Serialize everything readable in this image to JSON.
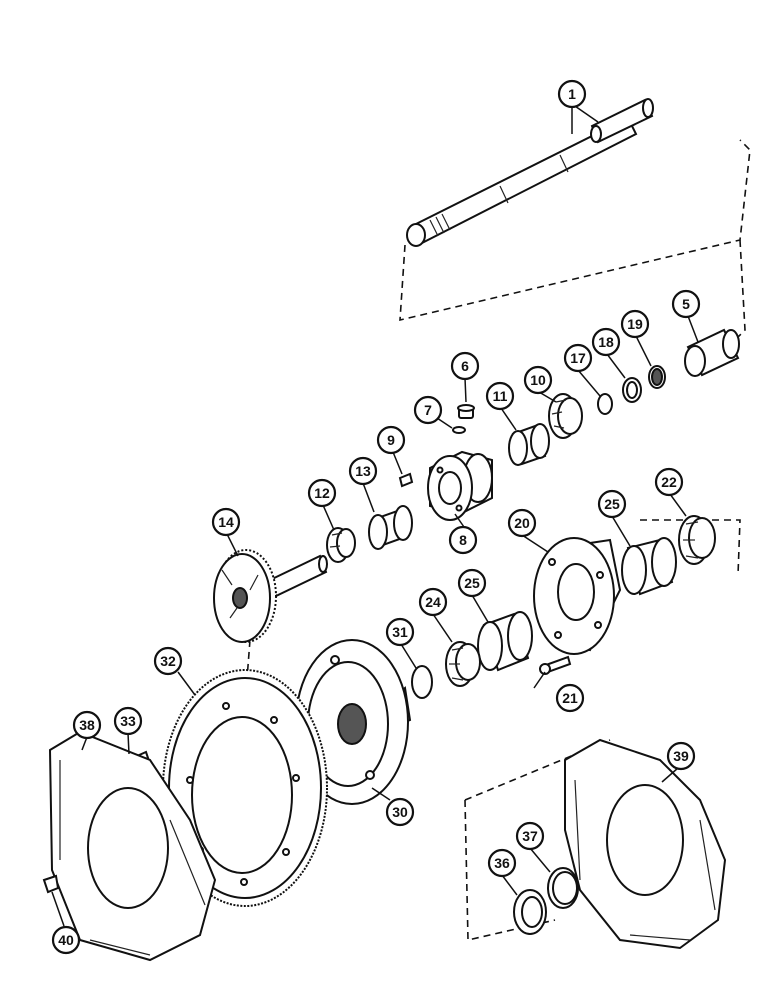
{
  "callouts": [
    {
      "id": "1",
      "label": "1"
    },
    {
      "id": "5",
      "label": "5"
    },
    {
      "id": "6",
      "label": "6"
    },
    {
      "id": "7",
      "label": "7"
    },
    {
      "id": "8",
      "label": "8"
    },
    {
      "id": "9",
      "label": "9"
    },
    {
      "id": "10",
      "label": "10"
    },
    {
      "id": "11",
      "label": "11"
    },
    {
      "id": "12",
      "label": "12"
    },
    {
      "id": "13",
      "label": "13"
    },
    {
      "id": "14",
      "label": "14"
    },
    {
      "id": "17",
      "label": "17"
    },
    {
      "id": "18",
      "label": "18"
    },
    {
      "id": "19",
      "label": "19"
    },
    {
      "id": "20",
      "label": "20"
    },
    {
      "id": "21",
      "label": "21"
    },
    {
      "id": "22",
      "label": "22"
    },
    {
      "id": "24",
      "label": "24"
    },
    {
      "id": "25a",
      "label": "25"
    },
    {
      "id": "25b",
      "label": "25"
    },
    {
      "id": "30",
      "label": "30"
    },
    {
      "id": "31",
      "label": "31"
    },
    {
      "id": "32",
      "label": "32"
    },
    {
      "id": "33",
      "label": "33"
    },
    {
      "id": "36",
      "label": "36"
    },
    {
      "id": "37",
      "label": "37"
    },
    {
      "id": "38",
      "label": "38"
    },
    {
      "id": "39",
      "label": "39"
    },
    {
      "id": "40",
      "label": "40"
    }
  ]
}
